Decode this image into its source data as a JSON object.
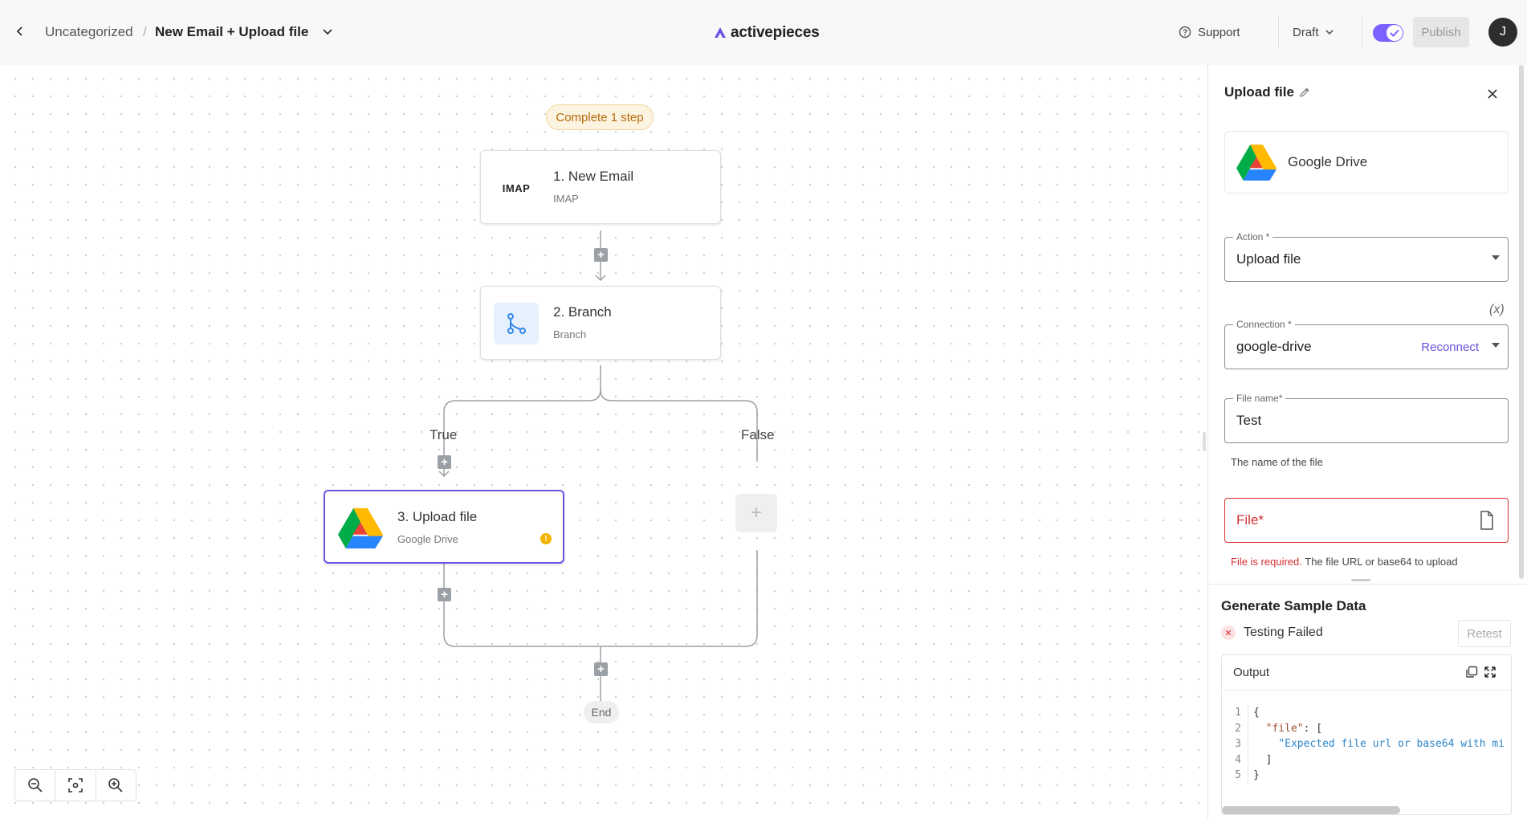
{
  "header": {
    "folder": "Uncategorized",
    "separator": "/",
    "flow_name": "New Email + Upload file",
    "logo_text": "activepieces",
    "support_label": "Support",
    "draft_label": "Draft",
    "publish_label": "Publish",
    "avatar_initial": "J",
    "toggle_on": true
  },
  "canvas": {
    "banner": "Complete 1 step",
    "steps": [
      {
        "title": "1. New Email",
        "subtitle": "IMAP",
        "icon": "imap-logo",
        "icon_text": "IMAP"
      },
      {
        "title": "2. Branch",
        "subtitle": "Branch",
        "icon": "branch-icon"
      },
      {
        "title": "3. Upload file",
        "subtitle": "Google Drive",
        "icon": "google-drive-icon",
        "warning": "!"
      }
    ],
    "branch_true": "True",
    "branch_false": "False",
    "end_label": "End",
    "empty_slot_glyph": "+"
  },
  "panel": {
    "title": "Upload file",
    "piece_name": "Google Drive",
    "action_label": "Action *",
    "action_value": "Upload file",
    "fx_label": "(x)",
    "connection_label": "Connection *",
    "connection_value": "google-drive",
    "reconnect_label": "Reconnect",
    "filename_label": "File name*",
    "filename_value": "Test",
    "filename_hint": "The name of the file",
    "file_label": "File*",
    "file_error": "File is required.",
    "file_hint": "The file URL or base64 to upload"
  },
  "sample": {
    "title": "Generate Sample Data",
    "status": "Testing Failed",
    "retest_label": "Retest",
    "output_label": "Output",
    "code_lines": [
      {
        "n": "1",
        "text": "{"
      },
      {
        "n": "2",
        "key": "\"file\"",
        "rest": ": ["
      },
      {
        "n": "3",
        "str": "\"Expected file url or base64 with mi"
      },
      {
        "n": "4",
        "text": "  ]"
      },
      {
        "n": "5",
        "text": "}"
      }
    ]
  },
  "colors": {
    "accent": "#6d52e3",
    "error": "#d32f2f",
    "warning": "#f5b400",
    "banner_bg": "#fdf3e1",
    "banner_text": "#b56c0b"
  }
}
